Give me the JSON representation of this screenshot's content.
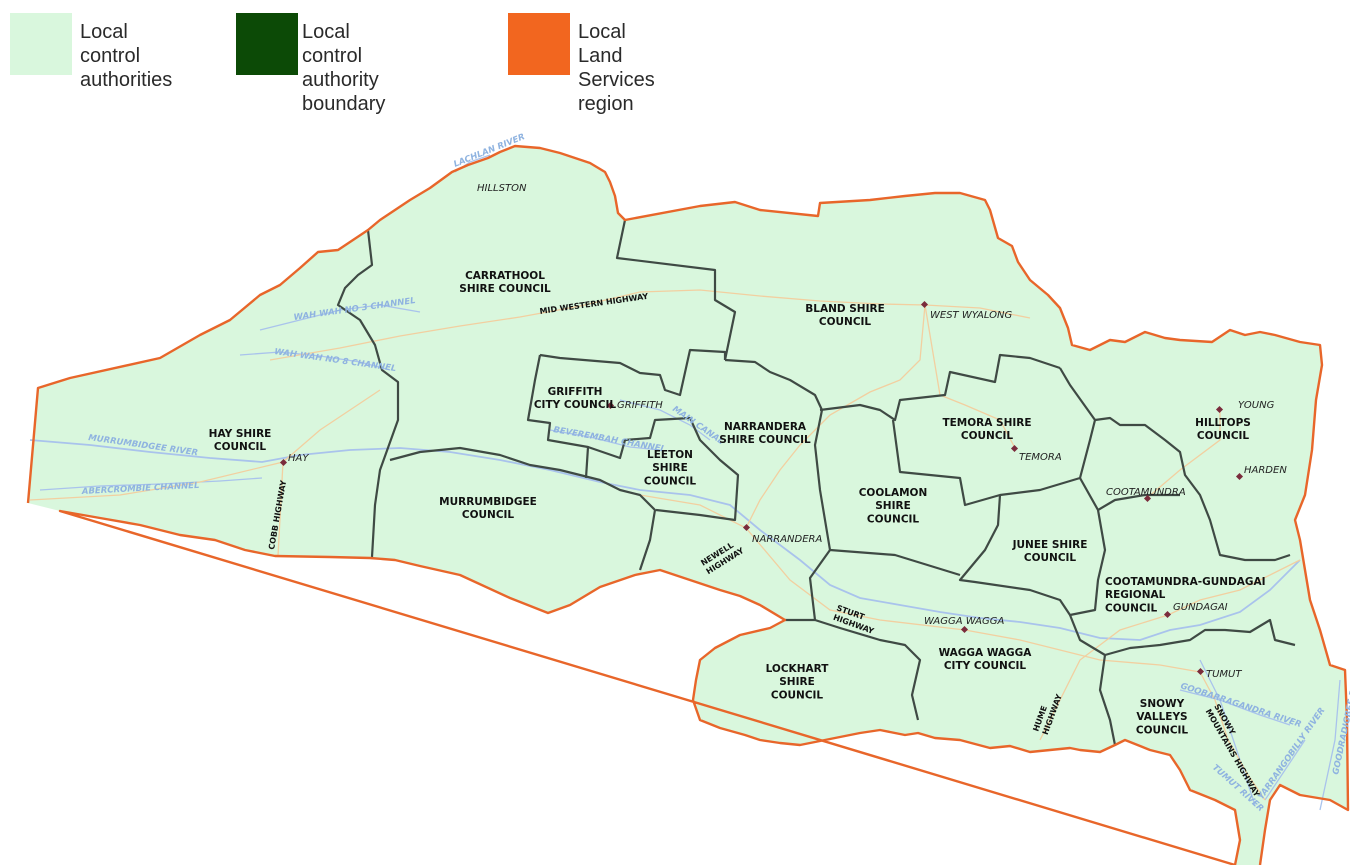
{
  "legend": {
    "items": [
      {
        "label": "Local control\nauthorities",
        "color": "#d9f7dd"
      },
      {
        "label": "Local control\nauthority boundary",
        "color": "#0c4a06"
      },
      {
        "label": "Local Land\nServices region",
        "color": "#f2661f"
      }
    ]
  },
  "colors": {
    "fill": "#d9f7dd",
    "lca_boundary": "#3f4a44",
    "region_boundary": "#e8662a",
    "river": "#a9c3ec",
    "road": "#f2cfa0",
    "town_marker": "#7a2c3c"
  },
  "councils": {
    "carrathool": "CARRATHOOL\nSHIRE COUNCIL",
    "bland": "BLAND SHIRE\nCOUNCIL",
    "griffith": "GRIFFITH\nCITY COUNCIL",
    "hay": "HAY SHIRE\nCOUNCIL",
    "narrandera": "NARRANDERA\nSHIRE COUNCIL",
    "temora": "TEMORA SHIRE\nCOUNCIL",
    "hilltops": "HILLTOPS\nCOUNCIL",
    "leeton": "LEETON\nSHIRE\nCOUNCIL",
    "murrumbidgee": "MURRUMBIDGEE\nCOUNCIL",
    "coolamon": "COOLAMON\nSHIRE\nCOUNCIL",
    "junee": "JUNEE SHIRE\nCOUNCIL",
    "cootamundra_gundagai": "COOTAMUNDRA-GUNDAGAI\nREGIONAL\nCOUNCIL",
    "lockhart": "LOCKHART\nSHIRE\nCOUNCIL",
    "wagga": "WAGGA WAGGA\nCITY COUNCIL",
    "snowy_valleys": "SNOWY\nVALLEYS\nCOUNCIL"
  },
  "towns": {
    "hillston": "HILLSTON",
    "west_wyalong": "WEST WYALONG",
    "young": "YOUNG",
    "griffith": "GRIFFITH",
    "hay": "HAY",
    "temora": "TEMORA",
    "harden": "HARDEN",
    "cootamundra": "COOTAMUNDRA",
    "narrandera": "NARRANDERA",
    "gundagai": "GUNDAGAI",
    "wagga": "WAGGA WAGGA",
    "tumut": "TUMUT"
  },
  "roads": {
    "mid_western": "MID WESTERN HIGHWAY",
    "cobb": "COBB HIGHWAY",
    "newell": "NEWELL\nHIGHWAY",
    "sturt": "STURT\nHIGHWAY",
    "hume": "HUME\nHIGHWAY",
    "snowy_mountains": "SNOWY\nMOUNTAINS HIGHWAY"
  },
  "rivers": {
    "lachlan": "LACHLAN RIVER",
    "wah3": "WAH WAH NO 3 CHANNEL",
    "wah8": "WAH WAH NO 8 CHANNEL",
    "murrumbidgee": "MURRUMBIDGEE RIVER",
    "abercrombie": "ABERCROMBIE CHANNEL",
    "beveremmbah": "BEVEREMBAH CHANNEL",
    "main_canal": "MAIN CANAL",
    "goobarragandra": "GOOBARRAGANDRA RIVER",
    "tumut": "TUMUT RIVER",
    "yarrangobilly": "YARRANGOBILLY RIVER",
    "goodradigbee": "GOODRADIGBEE RIVER"
  }
}
